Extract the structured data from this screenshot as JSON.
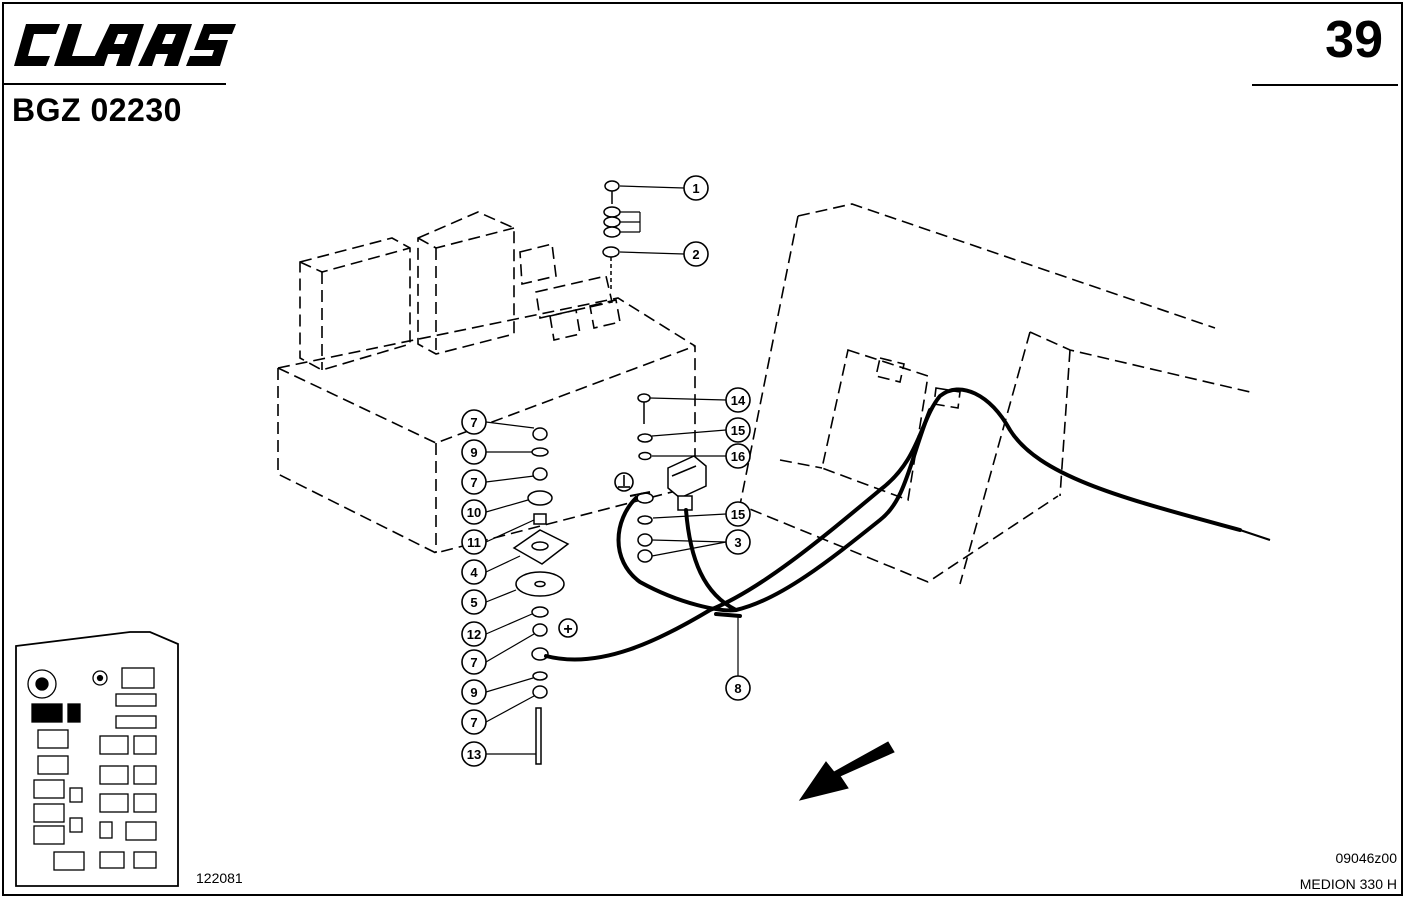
{
  "header": {
    "brand": "CLAAS",
    "page_number": "39",
    "code": "BGZ 02230"
  },
  "footer": {
    "left_number": "122081",
    "drawing_id": "09046z00",
    "model": "MEDION 330 H"
  },
  "callouts": {
    "c1": "1",
    "c2": "2",
    "c3": "3",
    "c4": "4",
    "c5": "5",
    "c7a": "7",
    "c7b": "7",
    "c7c": "7",
    "c7d": "7",
    "c8": "8",
    "c9a": "9",
    "c9b": "9",
    "c10": "10",
    "c11": "11",
    "c12": "12",
    "c13": "13",
    "c14": "14",
    "c15a": "15",
    "c15b": "15",
    "c16": "16"
  },
  "symbols": {
    "plus": "+",
    "ground": "ground-symbol"
  },
  "icons": {
    "direction": "travel-direction-arrow",
    "locator": "machine-locator-map"
  }
}
